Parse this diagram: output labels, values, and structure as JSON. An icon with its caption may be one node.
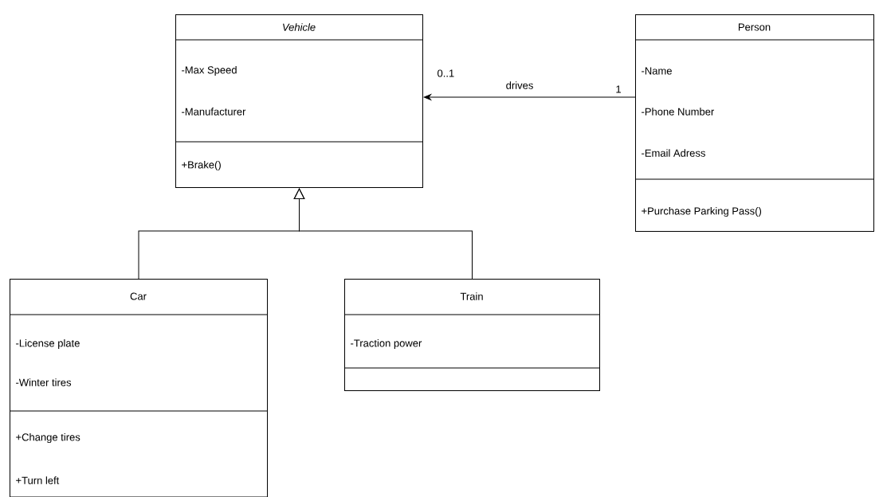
{
  "diagram": {
    "nodes": [
      {
        "text": [
          "Vehicle",
          "-Max Speed",
          "-Manufacturer",
          "+Brake()"
        ]
      },
      {
        "text": [
          "Car",
          "-License plate",
          "-Winter tires",
          "+Change tires",
          "+Turn left"
        ]
      },
      {
        "text": [
          "Train",
          "-Traction power"
        ]
      },
      {
        "text": [
          "Person",
          "-Name",
          "-Phone Number",
          "-Email Adress",
          "+Purchase Parking Pass()"
        ]
      }
    ],
    "edges": [
      {
        "from": 1,
        "to": 0,
        "arrow": "to"
      },
      {
        "from": 2,
        "to": 0,
        "arrow": "to"
      },
      {
        "from": 3,
        "to": 0,
        "arrow": "to",
        "label": "drives"
      }
    ],
    "labels": [
      "0..1",
      "1"
    ]
  }
}
